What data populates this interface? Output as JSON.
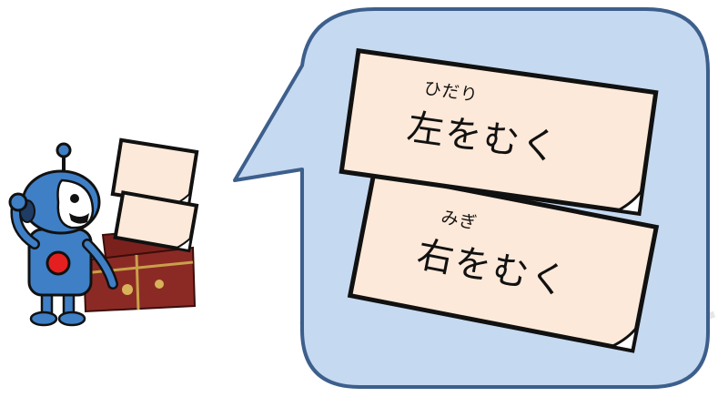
{
  "cards": [
    {
      "ruby": "ひだり",
      "text": "左をむく"
    },
    {
      "ruby": "みぎ",
      "text": "右をむく"
    }
  ],
  "colors": {
    "bubble_fill": "#c5d9f1",
    "bubble_stroke": "#3d5f8c",
    "card_fill": "#fde9d9",
    "robot_blue": "#3f7fc6",
    "robot_dark": "#1f3c64",
    "robot_red": "#e41f1f",
    "chest_red": "#8b2a25",
    "outline": "#111111"
  }
}
